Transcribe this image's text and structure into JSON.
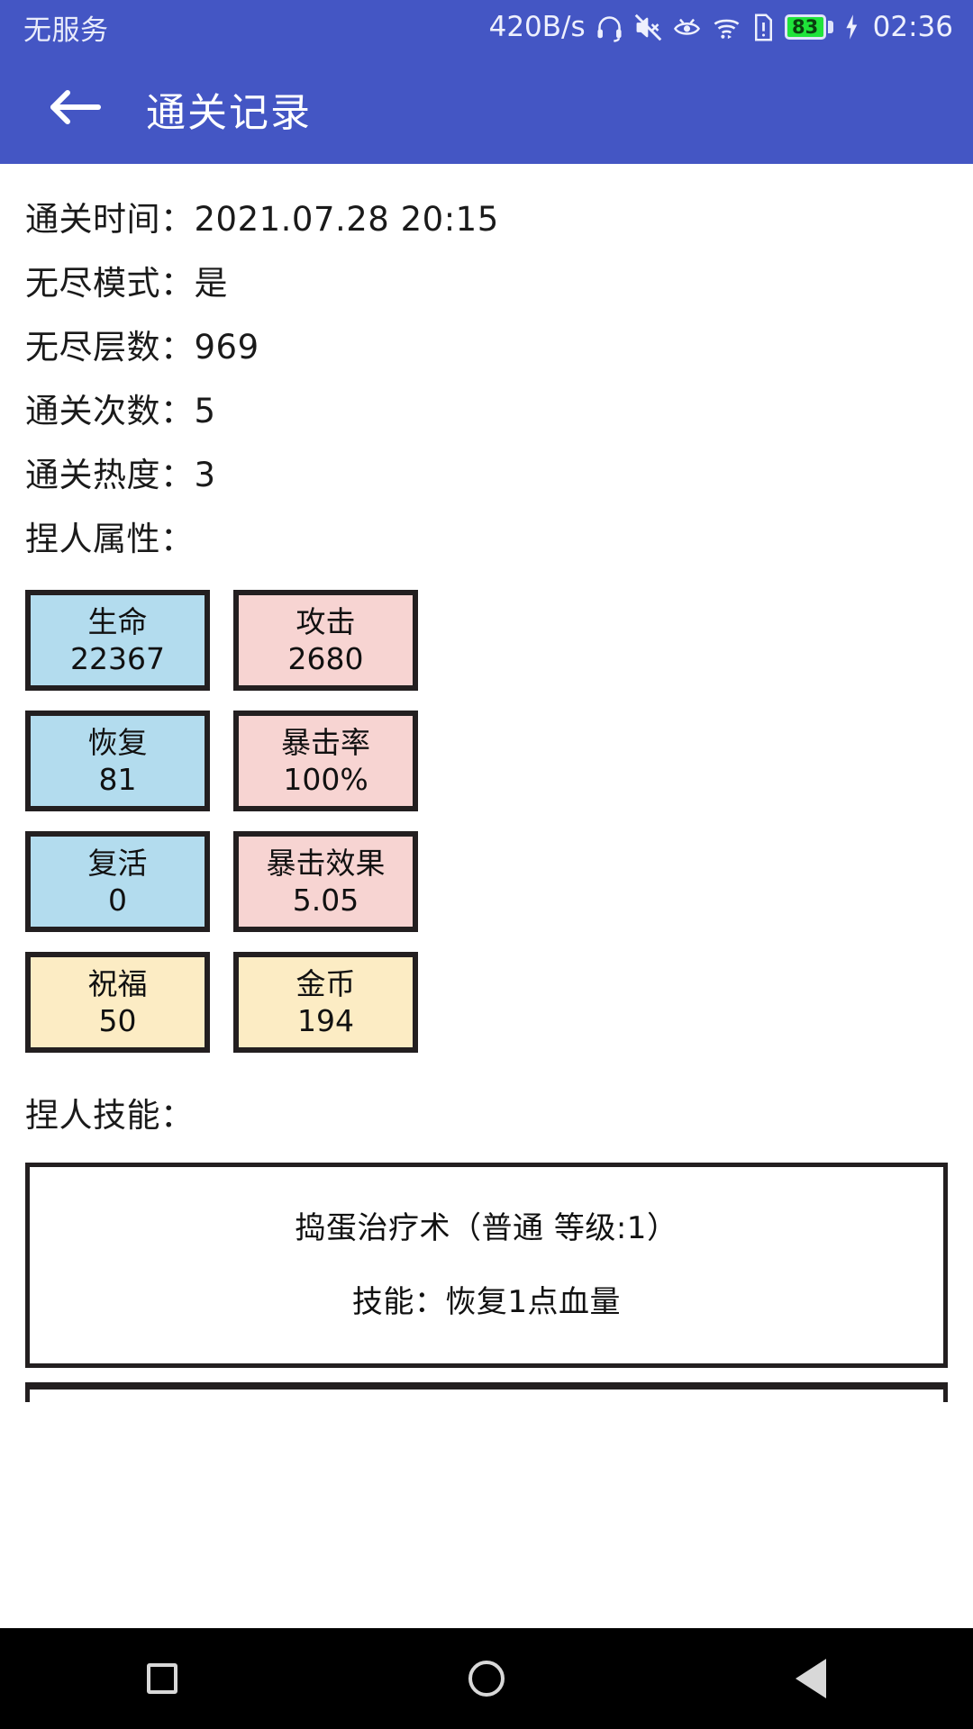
{
  "status_bar": {
    "carrier": "无服务",
    "network_speed": "420B/s",
    "icons": [
      "headset-icon",
      "mute-icon",
      "eye-care-icon",
      "wifi-icon",
      "sim-alert-icon"
    ],
    "battery_percent": "83",
    "charging_icon": "lightning-bolt-icon",
    "clock": "02:36"
  },
  "app_bar": {
    "back_icon": "arrow-left-icon",
    "title": "通关记录"
  },
  "info": [
    {
      "label": "通关时间：",
      "value": "2021.07.28 20:15",
      "text": "通关时间：2021.07.28 20:15"
    },
    {
      "label": "无尽模式：",
      "value": "是",
      "text": "无尽模式：是"
    },
    {
      "label": "无尽层数：",
      "value": "969",
      "text": "无尽层数：969"
    },
    {
      "label": "通关次数：",
      "value": "5",
      "text": "通关次数：5"
    },
    {
      "label": "通关热度：",
      "value": "3",
      "text": "通关热度：3"
    }
  ],
  "attributes_section": {
    "label": "捏人属性：",
    "colors": {
      "blue": "#b3dcee",
      "pink": "#f7d4d2",
      "yellow": "#fcecc4",
      "border": "#231f20"
    },
    "boxes": [
      {
        "name": "生命",
        "value": "22367",
        "color": "blue"
      },
      {
        "name": "攻击",
        "value": "2680",
        "color": "pink"
      },
      {
        "name": "恢复",
        "value": "81",
        "color": "blue"
      },
      {
        "name": "暴击率",
        "value": "100%",
        "color": "pink"
      },
      {
        "name": "复活",
        "value": "0",
        "color": "blue"
      },
      {
        "name": "暴击效果",
        "value": "5.05",
        "color": "pink"
      },
      {
        "name": "祝福",
        "value": "50",
        "color": "yellow"
      },
      {
        "name": "金币",
        "value": "194",
        "color": "yellow"
      }
    ]
  },
  "skills_section": {
    "label": "捏人技能：",
    "cards": [
      {
        "title": "捣蛋治疗术（普通 等级:1）",
        "description": "技能：恢复1点血量"
      }
    ]
  },
  "nav_bar": {
    "recents_icon": "square-icon",
    "home_icon": "circle-icon",
    "back_icon": "triangle-back-icon"
  },
  "theme": {
    "primary": "#4456c4",
    "page_background": "#ffffff",
    "text": "#1a1a1a"
  }
}
